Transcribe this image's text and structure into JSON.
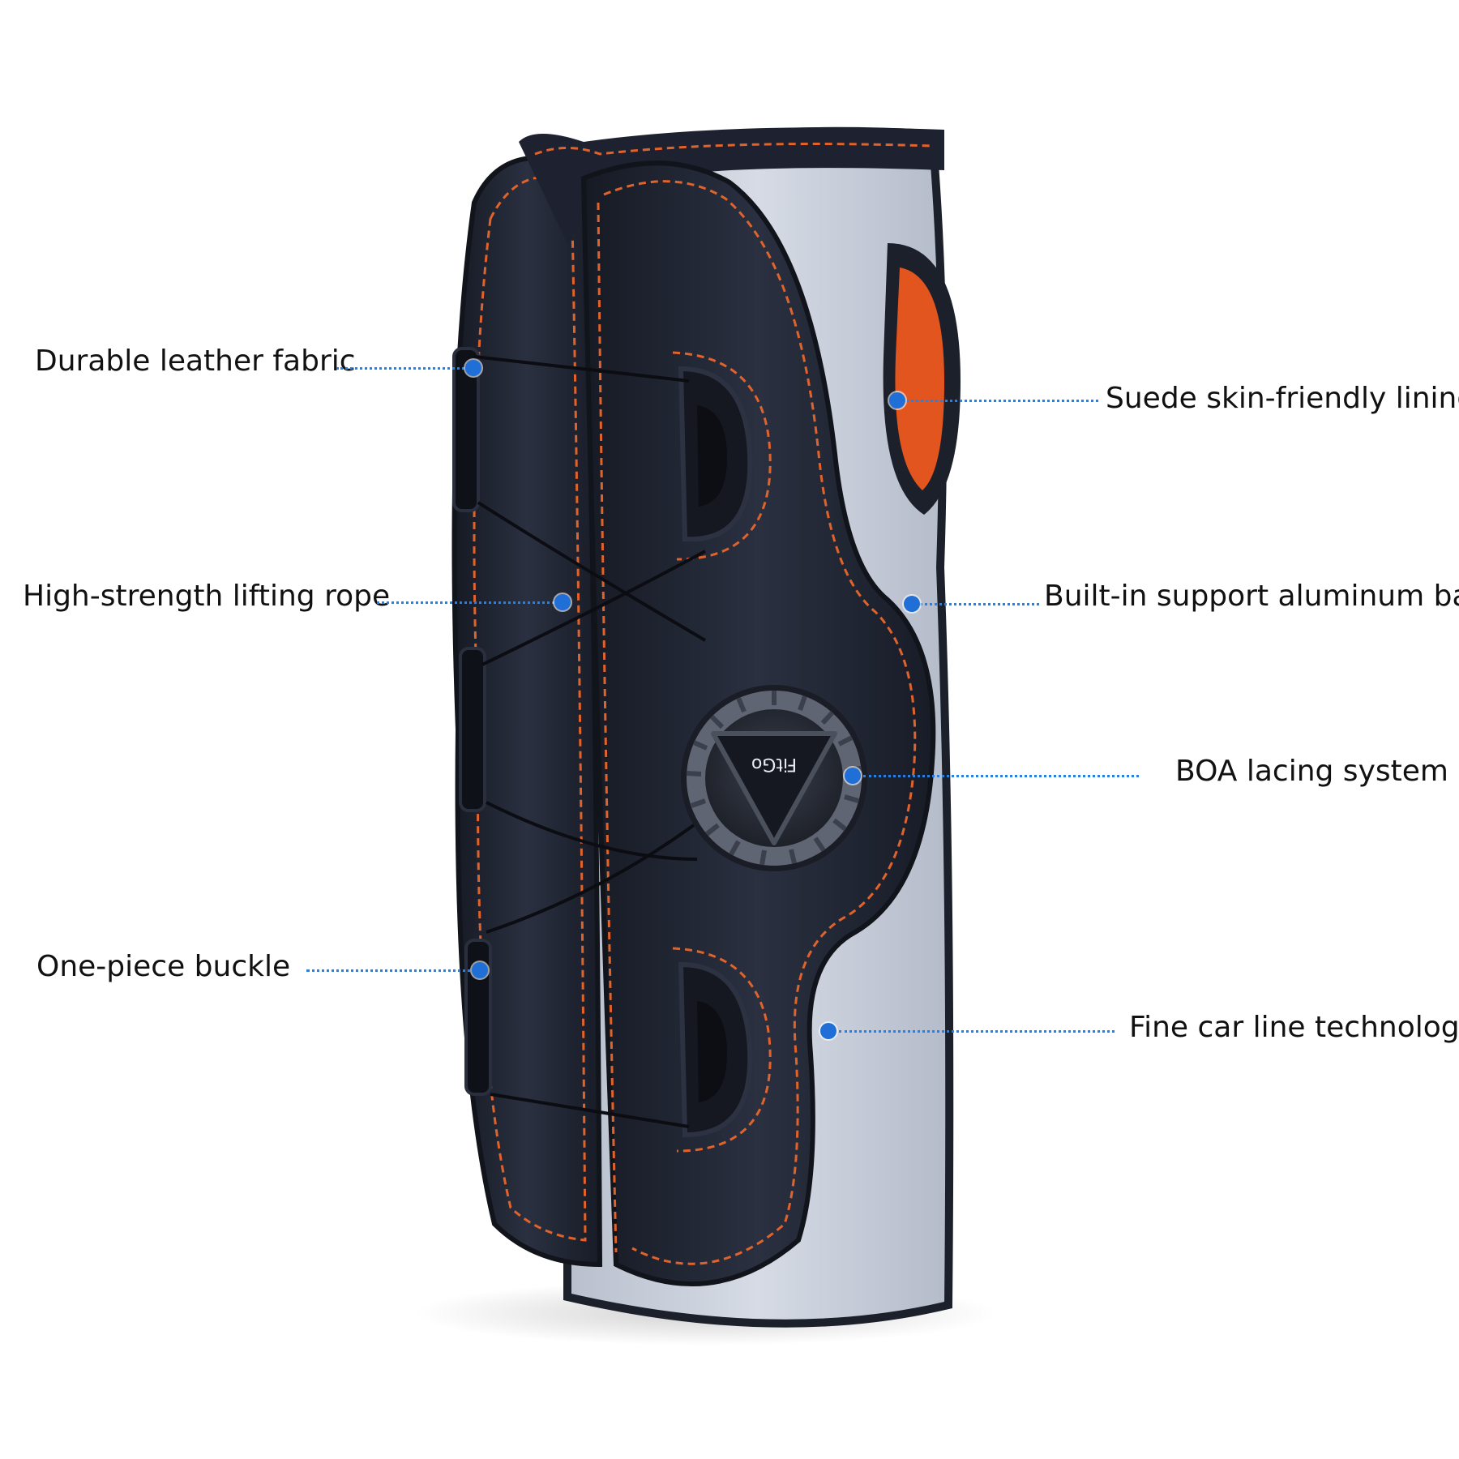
{
  "colors": {
    "leather": "#1f2330",
    "stitching": "#e0632c",
    "fabric": "#c9cfdb",
    "lining": "#e2551f",
    "callout": "#1f6fd6"
  },
  "dial": {
    "brand_text": "FitGo"
  },
  "callouts": {
    "durable_leather": "Durable leather fabric",
    "lifting_rope": "High-strength lifting rope",
    "buckle": "One-piece buckle",
    "suede_lining": "Suede skin-friendly lining",
    "aluminum_bar": "Built-in support aluminum bar",
    "boa_system": "BOA lacing system",
    "car_line": "Fine car line technology"
  }
}
